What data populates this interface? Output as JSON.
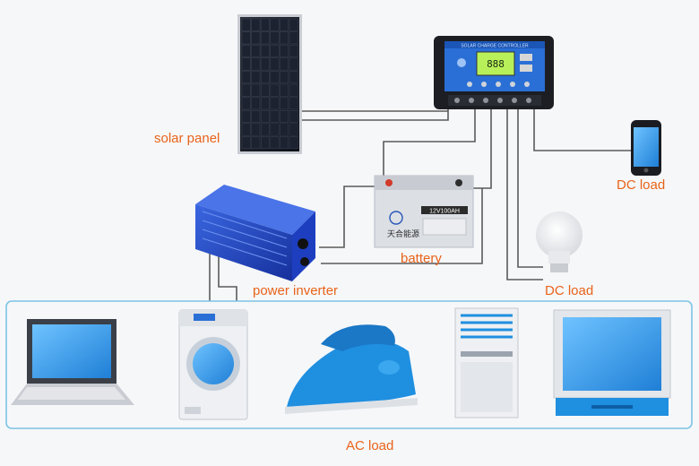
{
  "labels": {
    "solar_panel": "solar panel",
    "dc_load_phone": "DC load",
    "battery": "battery",
    "power_inverter": "power inverter",
    "dc_load_bulb": "DC load",
    "ac_load": "AC load"
  },
  "controller": {
    "header_text": "SOLAR CHARGE CONTROLLER",
    "display_text": "888"
  },
  "battery_unit": {
    "rating": "12V100AH",
    "brand": "天合能源"
  },
  "colors": {
    "label": "#e8631a",
    "wire": "#5a5a5a",
    "ac_box_border": "#7cc4e6",
    "appliance_blue": "#1f8fe0",
    "inverter_blue": "#1d3fbf"
  },
  "icons": [
    "solar-panel-icon",
    "charge-controller-icon",
    "phone-icon",
    "battery-icon",
    "power-inverter-icon",
    "light-bulb-icon",
    "laptop-icon",
    "washing-machine-icon",
    "iron-icon",
    "air-conditioner-icon",
    "television-icon"
  ]
}
